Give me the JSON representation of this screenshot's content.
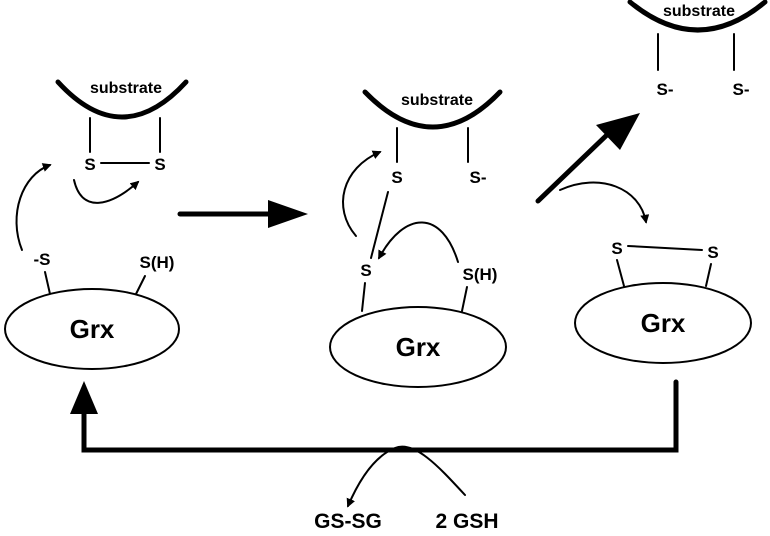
{
  "labels": {
    "substrate": "substrate",
    "grx": "Grx",
    "s": "S",
    "s_minus": "S-",
    "s_h": "S(H)",
    "minus_s": "-S",
    "gssg": "GS-SG",
    "gsh": "2 GSH"
  },
  "colors": {
    "ink": "#000000",
    "background": "#ffffff"
  }
}
